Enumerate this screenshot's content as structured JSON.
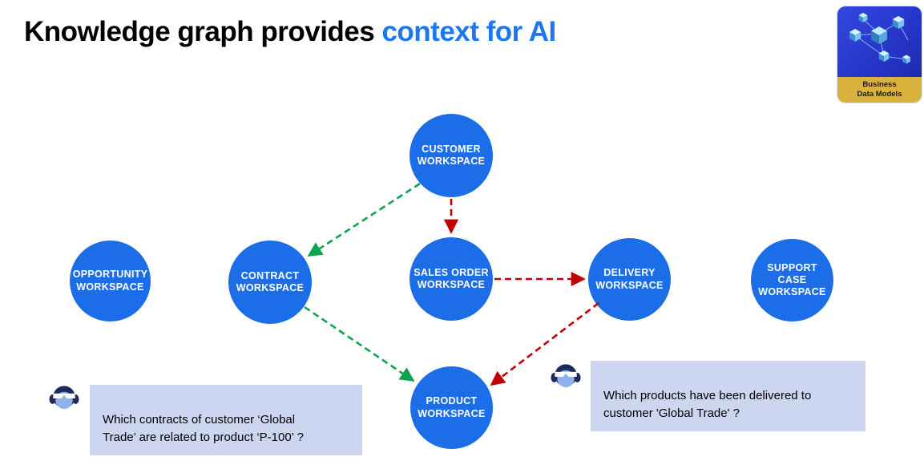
{
  "title": {
    "prefix": "Knowledge graph provides ",
    "highlight": "context for AI"
  },
  "logo": {
    "label_line1": "Business",
    "label_line2": "Data Models"
  },
  "colors": {
    "node-blue": "#1c6de8",
    "green": "#0ca44e",
    "red": "#c00000",
    "title-blue": "#1b78f2",
    "box-bg": "#ccd6f1",
    "gold": "#d9b23e",
    "avatar-navy": "#1e2a5e",
    "avatar-face": "#8fb2ec"
  },
  "nodes": [
    {
      "id": "customer-workspace",
      "label": "CUSTOMER\nWORKSPACE"
    },
    {
      "id": "opportunity-workspace",
      "label": "OPPORTUNITY\nWORKSPACE"
    },
    {
      "id": "contract-workspace",
      "label": "CONTRACT\nWORKSPACE"
    },
    {
      "id": "sales-order-workspace",
      "label": "SALES ORDER\nWORKSPACE"
    },
    {
      "id": "delivery-workspace",
      "label": "DELIVERY\nWORKSPACE"
    },
    {
      "id": "support-case-workspace",
      "label": "SUPPORT\nCASE\nWORKSPACE"
    },
    {
      "id": "product-workspace",
      "label": "PRODUCT\nWORKSPACE"
    }
  ],
  "edges": [
    {
      "from": "customer-workspace",
      "to": "contract-workspace",
      "color": "green",
      "style": "dashed"
    },
    {
      "from": "customer-workspace",
      "to": "sales-order-workspace",
      "color": "red",
      "style": "dashed"
    },
    {
      "from": "sales-order-workspace",
      "to": "delivery-workspace",
      "color": "red",
      "style": "dashed"
    },
    {
      "from": "contract-workspace",
      "to": "product-workspace",
      "color": "green",
      "style": "dashed"
    },
    {
      "from": "delivery-workspace",
      "to": "product-workspace",
      "color": "red",
      "style": "dashed"
    }
  ],
  "questions": [
    {
      "text": "Which contracts of customer ‘Global\nTrade’ are related to product ‘P-100’ ?"
    },
    {
      "text": "Which products have been delivered to\ncustomer 'Global Trade' ?"
    }
  ]
}
